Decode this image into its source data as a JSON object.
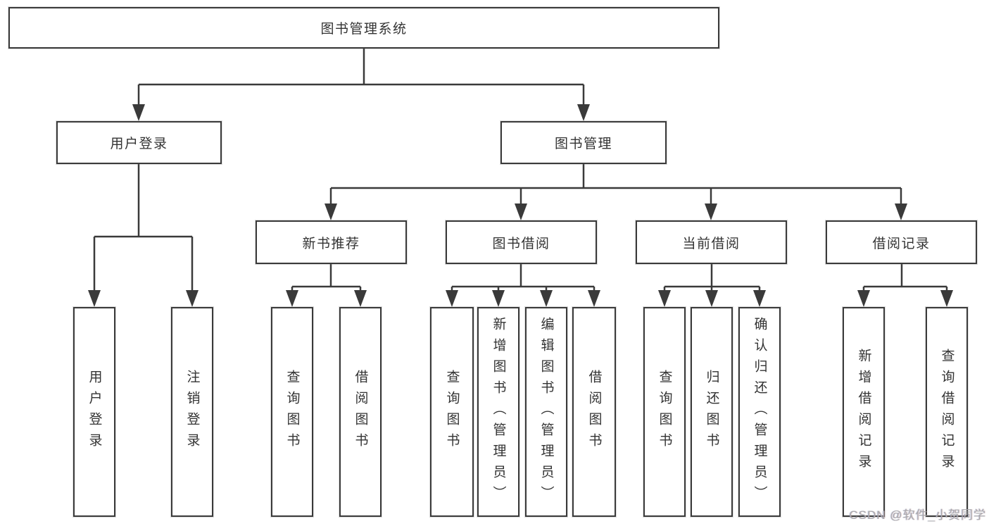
{
  "title": "图书管理系统",
  "watermark": "CSDN @软件_小贺同学",
  "colors": {
    "line": "#3a3a3a",
    "box_border": "#3a3a3a",
    "text": "#333333",
    "background": "#ffffff",
    "watermark": "#a9a9ad"
  },
  "tree": {
    "root": {
      "label": "图书管理系统",
      "children": [
        {
          "label": "用户登录",
          "children": [
            {
              "label": "用户登录"
            },
            {
              "label": "注销登录"
            }
          ]
        },
        {
          "label": "图书管理",
          "children": [
            {
              "label": "新书推荐",
              "children": [
                {
                  "label": "查询图书"
                },
                {
                  "label": "借阅图书"
                }
              ]
            },
            {
              "label": "图书借阅",
              "children": [
                {
                  "label": "查询图书"
                },
                {
                  "label": "新增图书（管理员）"
                },
                {
                  "label": "编辑图书（管理员）"
                },
                {
                  "label": "借阅图书"
                }
              ]
            },
            {
              "label": "当前借阅",
              "children": [
                {
                  "label": "查询图书"
                },
                {
                  "label": "归还图书"
                },
                {
                  "label": "确认归还（管理员）"
                }
              ]
            },
            {
              "label": "借阅记录",
              "children": [
                {
                  "label": "新增借阅记录"
                },
                {
                  "label": "查询借阅记录"
                }
              ]
            }
          ]
        }
      ]
    }
  }
}
